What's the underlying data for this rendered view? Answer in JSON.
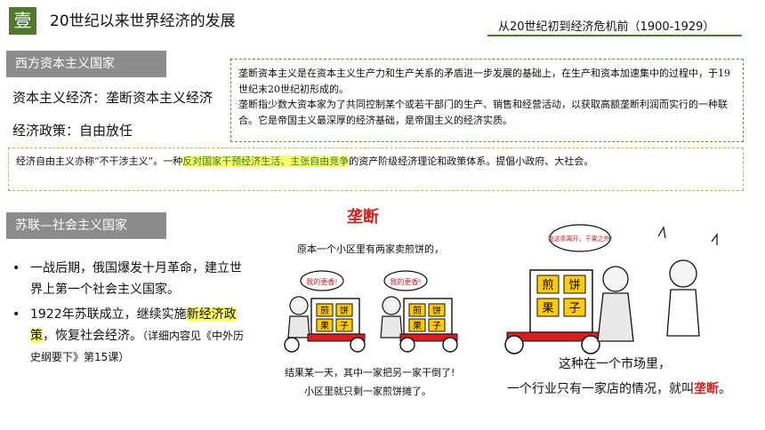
{
  "header": {
    "badge": "壹",
    "title": "20世纪以来世界经济的发展",
    "subtitle": "从20世纪初到经济危机前（1900-1929）"
  },
  "west": {
    "section_label": "西方资本主义国家",
    "econ_line": "资本主义经济：垄断资本主义经济",
    "policy_line": "经济政策：自由放任"
  },
  "definition_box": {
    "para1": "垄断资本主义是在资本主义生产力和生产关系的矛盾进一步发展的基础上，在生产和资本加速集中的过程中，于19世纪末20世纪初形成的。",
    "para2": "垄断指少数大资本家为了共同控制某个或若干部门的生产、销售和经营活动，以获取高额垄断利润而实行的一种联合。它是帝国主义最深厚的经济基础，是帝国主义的经济实质。"
  },
  "liberalism_box": {
    "before": "经济自由主义亦称“不干涉主义”。一种",
    "highlight": "反对国家干预经济生活、主张自由竞争",
    "after": "的资产阶级经济理论和政策体系。提倡小政府、大社会。"
  },
  "ussr": {
    "section_label": "苏联—社会主义国家",
    "bullet1": "一战后期，俄国爆发十月革命，建立世界上第一个社会主义国家。",
    "bullet2_before": "1922年苏联成立，继续实施",
    "bullet2_highlight": "新经济政策",
    "bullet2_after": "，恢复社会经济。",
    "bullet2_note": "（详细内容见《中外历史纲要下》第15课）"
  },
  "cartoon": {
    "title": "垄断",
    "caption_top": "原本一个小区里有两家卖煎饼的，",
    "bubble_left": "我的更香!",
    "bubble_mid": "我的更香!",
    "bubble_right": "我这条离开，干果之外!",
    "cart_char1": "煎",
    "cart_char2": "饼",
    "cart_char3": "果",
    "cart_char4": "子",
    "caption_bottom1": "结果某一天，其中一家把另一家干倒了!",
    "caption_bottom2": "小区里就只剩一家煎饼摊了。",
    "caption_right1": "这种在一个市场里，",
    "caption_right2_before": "一个行业只有一家店的情况，就叫",
    "caption_right2_em": "垄断",
    "caption_right2_end": "。"
  }
}
